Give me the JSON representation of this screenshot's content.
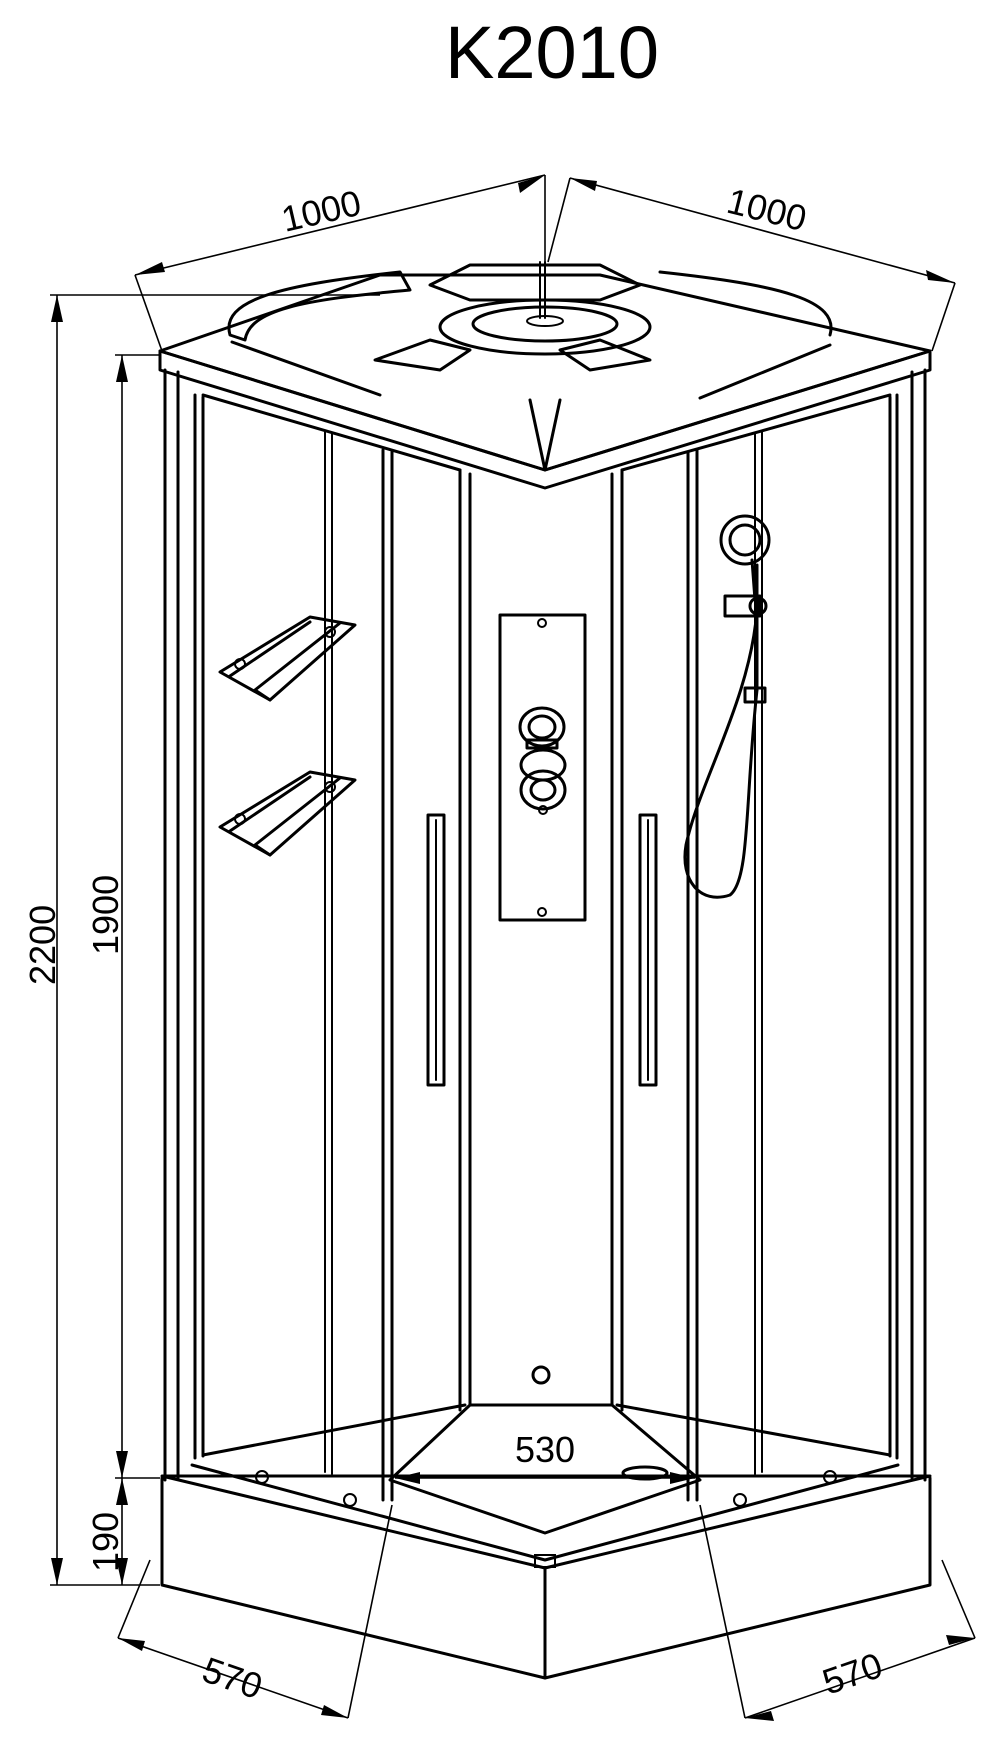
{
  "title": "K2010",
  "dimensions": {
    "top_left_width": "1000",
    "top_right_width": "1000",
    "total_height": "2200",
    "cabin_height": "1900",
    "tray_height": "190",
    "bottom_left_width": "570",
    "bottom_right_width": "570",
    "front_opening": "530"
  },
  "colors": {
    "line": "#000000",
    "background": "#ffffff"
  }
}
